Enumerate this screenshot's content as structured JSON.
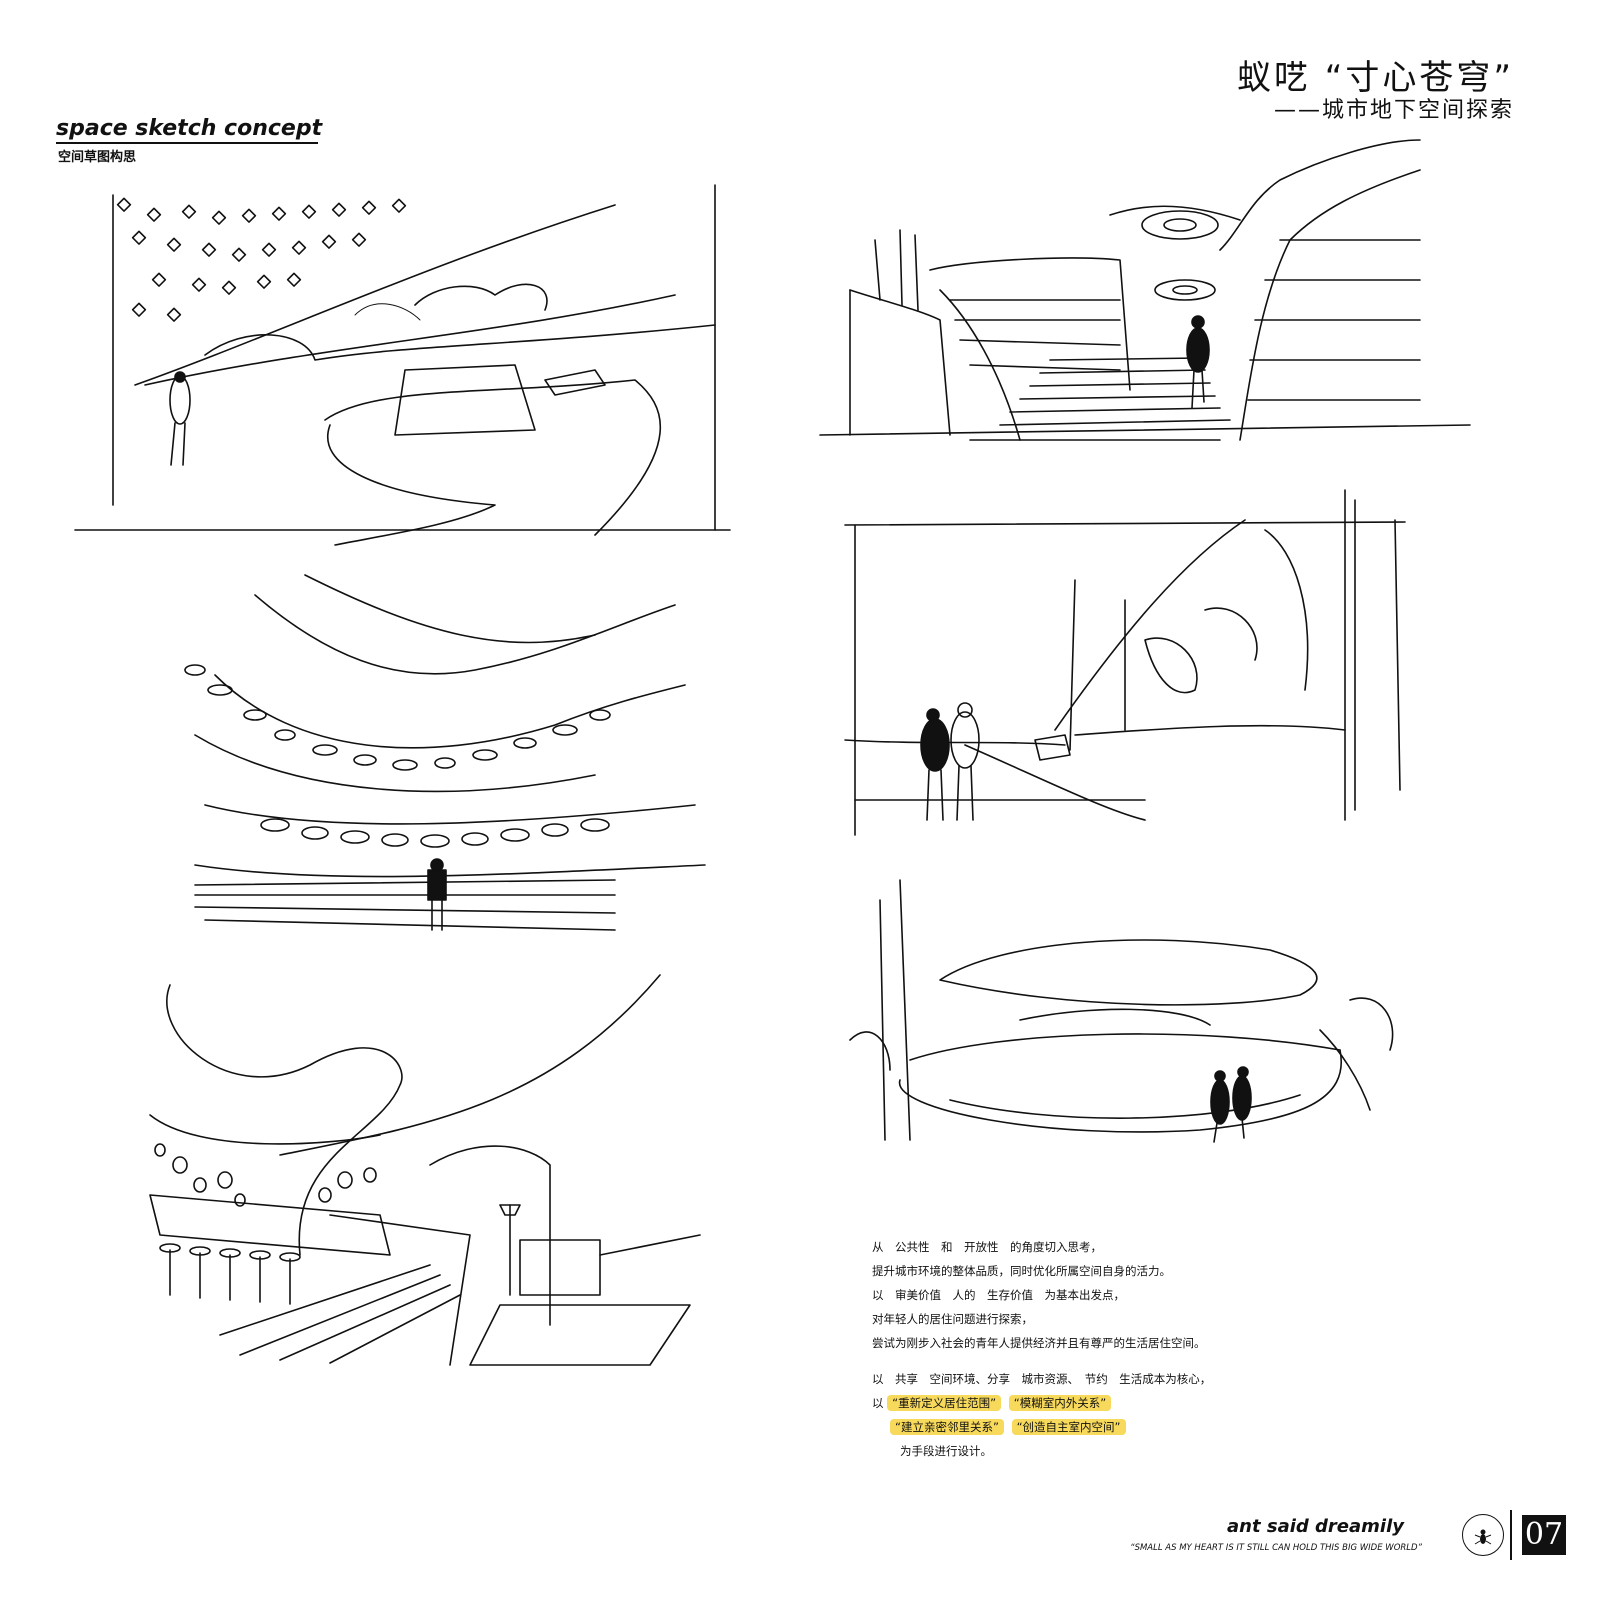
{
  "header": {
    "title": "蚁呓 “寸心苍穹”",
    "subtitle": "——城市地下空间探索"
  },
  "section": {
    "title": "space sketch concept",
    "subtitle": "空间草图构思"
  },
  "sketches": [
    {
      "name": "street-level-sketch"
    },
    {
      "name": "stairway-sketch"
    },
    {
      "name": "canyon-walkway-sketch"
    },
    {
      "name": "glass-corridor-sketch"
    },
    {
      "name": "interior-lounge-sketch"
    },
    {
      "name": "sunken-courtyard-sketch"
    }
  ],
  "description": {
    "paragraph1": [
      "从　公共性　和　开放性　的角度切入思考，",
      "提升城市环境的整体品质，同时优化所属空间自身的活力。",
      "以　审美价值　人的　生存价值　为基本出发点，",
      "对年轻人的居住问题进行探索，",
      "尝试为刚步入社会的青年人提供经济并且有尊严的生活居住空间。"
    ],
    "paragraph2_intro": "以　共享　空间环境、分享　城市资源、　节约　生活成本为核心，",
    "prefix": "以",
    "highlights": [
      "“重新定义居住范围”",
      "“模糊室内外关系”",
      "“建立亲密邻里关系”",
      "“创造自主室内空间”"
    ],
    "closing": "为手段进行设计。"
  },
  "footer": {
    "brand": "ant said dreamily",
    "motto": "“SMALL AS MY HEART IS IT STILL CAN HOLD THIS BIG WIDE WORLD”",
    "page_number": "07"
  }
}
